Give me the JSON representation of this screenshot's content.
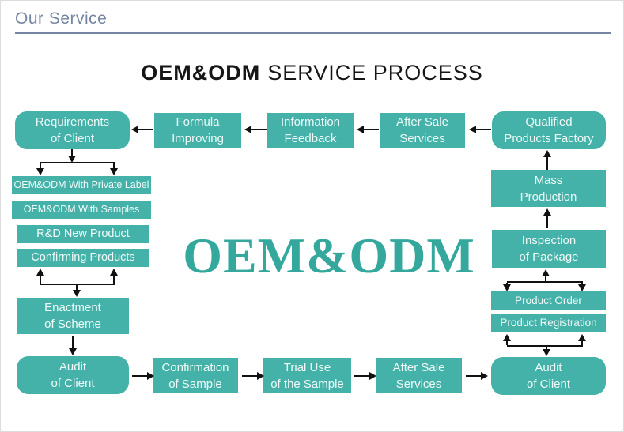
{
  "header": {
    "title": "Our Service"
  },
  "title": {
    "bold": "OEM&ODM",
    "rest": "SERVICE PROCESS"
  },
  "watermark": "OEM&ODM",
  "colors": {
    "node_fill": "#45b2aa",
    "node_text": "#effaf8",
    "watermark_text": "#35a89d",
    "header_text": "#7585a3",
    "arrow": "#111111",
    "title_text": "#161616"
  },
  "nodes": {
    "requirements_of_client": "Requirements\nof Client",
    "formula_improving": "Formula\nImproving",
    "information_feedback": "Information\nFeedback",
    "after_sale_services_top": "After Sale\nServices",
    "qualified_products_factory": "Qualified\nProducts Factory",
    "oem_private_label": "OEM&ODM With Private Label",
    "oem_with_samples": "OEM&ODM With Samples",
    "rd_new_product": "R&D New Product",
    "confirming_products": "Confirming Products",
    "enactment_of_scheme": "Enactment\nof Scheme",
    "audit_of_client_left": "Audit\nof Client",
    "confirmation_of_sample": "Confirmation\nof Sample",
    "trial_use_of_sample": "Trial Use\nof the Sample",
    "after_sale_services_bottom": "After Sale\nServices",
    "audit_of_client_right": "Audit\nof Client",
    "mass_production": "Mass\nProduction",
    "inspection_of_package": "Inspection\nof Package",
    "product_order": "Product Order",
    "product_registration": "Product Registration"
  }
}
